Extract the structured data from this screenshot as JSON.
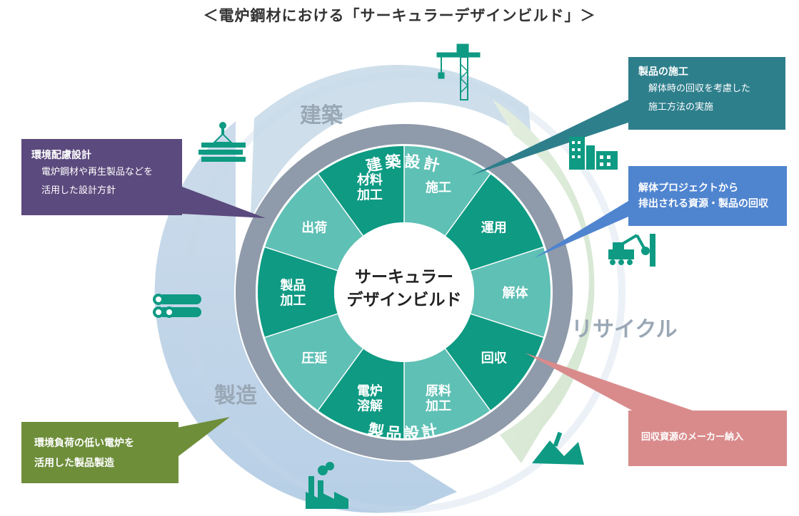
{
  "title": "＜電炉鋼材における「サーキュラーデザインビルド」＞",
  "center": [
    "サーキュラー",
    "デザインビルド"
  ],
  "segments": [
    {
      "lines": [
        "施工"
      ]
    },
    {
      "lines": [
        "運用"
      ]
    },
    {
      "lines": [
        "解体"
      ]
    },
    {
      "lines": [
        "回収"
      ]
    },
    {
      "lines": [
        "原料",
        "加工"
      ]
    },
    {
      "lines": [
        "電炉",
        "溶解"
      ]
    },
    {
      "lines": [
        "圧延"
      ]
    },
    {
      "lines": [
        "製品",
        "加工"
      ]
    },
    {
      "lines": [
        "出荷"
      ]
    },
    {
      "lines": [
        "材料",
        "加工"
      ]
    }
  ],
  "ring_labels": {
    "top": "建築設計",
    "bottom": "製品設計"
  },
  "phases": {
    "construction": "建築",
    "manufacturing": "製造",
    "recycle": "リサイクル"
  },
  "callouts": {
    "env_design": {
      "title": "環境配慮設計",
      "lines": [
        "電炉鋼材や再生製品などを",
        "活用した設計方針"
      ]
    },
    "construction": {
      "title": "製品の施工",
      "lines": [
        "解体時の回収を考慮した",
        "施工方法の実施"
      ]
    },
    "demolition": {
      "lines": [
        "解体プロジェクトから",
        "排出される資源・製品の回収"
      ]
    },
    "recovery": {
      "lines": [
        "回収資源のメーカー納入"
      ]
    },
    "manufacturing": {
      "lines": [
        "環境負荷の低い電炉を",
        "活用した製品製造"
      ]
    }
  },
  "icons": [
    "crane-icon",
    "steel-lift-icon",
    "buildings-icon",
    "excavator-icon",
    "pipes-icon",
    "scrap-icon",
    "factory-icon"
  ],
  "colors": {
    "segment_dark": "#0e9a83",
    "segment_light": "#5fc0b5",
    "band": "#8a96a6",
    "construction_arc": "#c9dbe9",
    "recycle_arc": "#dbead9",
    "manufacturing_arc": "#bdd3e8",
    "purple": "#5b4a7d",
    "teal": "#2e7f8c",
    "blue": "#4f84cf",
    "pink": "#d98b8b",
    "green": "#6e8e3a"
  }
}
